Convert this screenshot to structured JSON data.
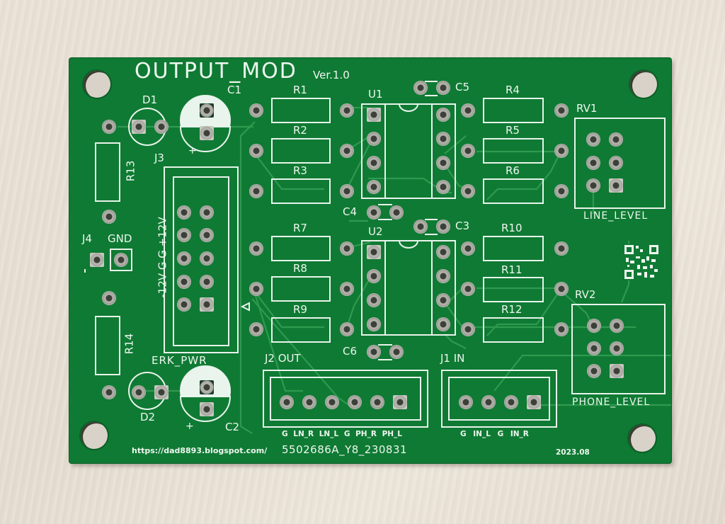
{
  "photo": {
    "subject": "Unpopulated green printed circuit board on light wood surface",
    "board_color": "#0f7a33",
    "silkscreen_color": "#eef7f0",
    "background_color": "#e8e0d4"
  },
  "board": {
    "title": "OUTPUT_MOD",
    "version": "Ver.1.0",
    "url": "https://dad8893.blogspot.com/",
    "order_id": "5502686A_Y8_230831",
    "date": "2023.08",
    "mounting_holes": 4,
    "qr_code": true
  },
  "refs": {
    "c1": "C1",
    "c2": "C2",
    "c3": "C3",
    "c4": "C4",
    "c5": "C5",
    "c6": "C6",
    "d1": "D1",
    "d2": "D2",
    "r1": "R1",
    "r2": "R2",
    "r3": "R3",
    "r4": "R4",
    "r5": "R5",
    "r6": "R6",
    "r7": "R7",
    "r8": "R8",
    "r9": "R9",
    "r10": "R10",
    "r11": "R11",
    "r12": "R12",
    "r13": "R13",
    "r14": "R14",
    "u1": "U1",
    "u2": "U2",
    "j1": "J1 IN",
    "j2": "J2 OUT",
    "j3": "J3",
    "j4": "J4",
    "gnd": "GND",
    "rv1": "RV1",
    "rv2": "RV2",
    "line_level": "LINE_LEVEL",
    "phone_level": "PHONE_LEVEL",
    "erk_pwr": "ERK_PWR",
    "pwr_pins": "-12V G G +12V",
    "cap_plus": "+"
  },
  "connectors": {
    "j2_pins": "G LN_R LN_L G PH_R PH_L",
    "j1_pins": "G IN_L G IN_R"
  }
}
